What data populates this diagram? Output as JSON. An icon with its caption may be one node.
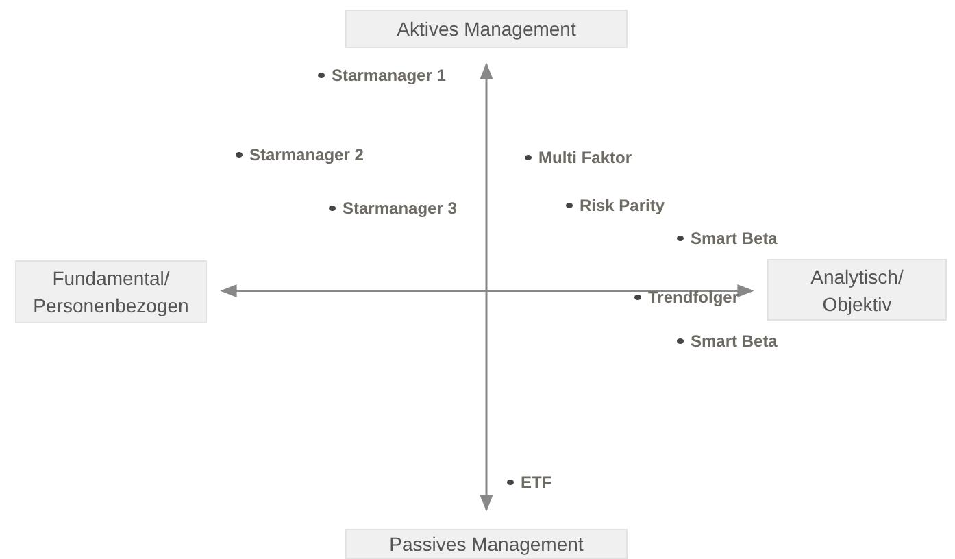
{
  "diagram": {
    "nodes": [
      {
        "text": [
          "Aktives Management"
        ]
      },
      {
        "text": [
          "Fundamental/ Personenbezogen"
        ]
      },
      {
        "text": [
          "Analytisch/ Objektiv"
        ]
      },
      {
        "text": [
          "Passives Management"
        ]
      }
    ],
    "edges": [
      {
        "from": 1,
        "to": 2,
        "arrow": "both"
      },
      {
        "from": 0,
        "to": 3,
        "arrow": "both"
      }
    ],
    "labels": [
      "Starmanager 1",
      "Starmanager 2",
      "Multi Faktor",
      "Starmanager 3",
      "Risk Parity",
      "Smart Beta",
      "Trendfolger",
      "Smart Beta",
      "ETF"
    ]
  }
}
